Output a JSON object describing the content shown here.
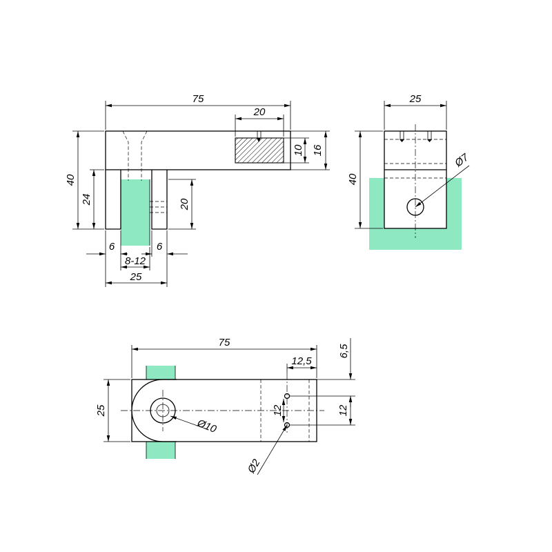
{
  "top_view": {
    "overall_length": "75",
    "slot_length": "20",
    "slot_height": "10",
    "upper_height": "16",
    "total_height": "40",
    "clamp_height": "24",
    "screw_span": "20",
    "jaw_left": "6",
    "jaw_right": "6",
    "glass_range": "8-12",
    "clamp_width": "25"
  },
  "side_view": {
    "width": "25",
    "height": "40",
    "hole_diameter": "Ø7"
  },
  "plan_view": {
    "overall_length": "75",
    "offset_x": "12,5",
    "offset_y": "6,5",
    "width": "25",
    "pin_spacing": "12",
    "pin_spacing_outer": "12",
    "bore_diameter": "Ø10",
    "pin_diameter": "Ø2"
  },
  "colors": {
    "glass": "#8ee8c2",
    "line": "#000000"
  }
}
